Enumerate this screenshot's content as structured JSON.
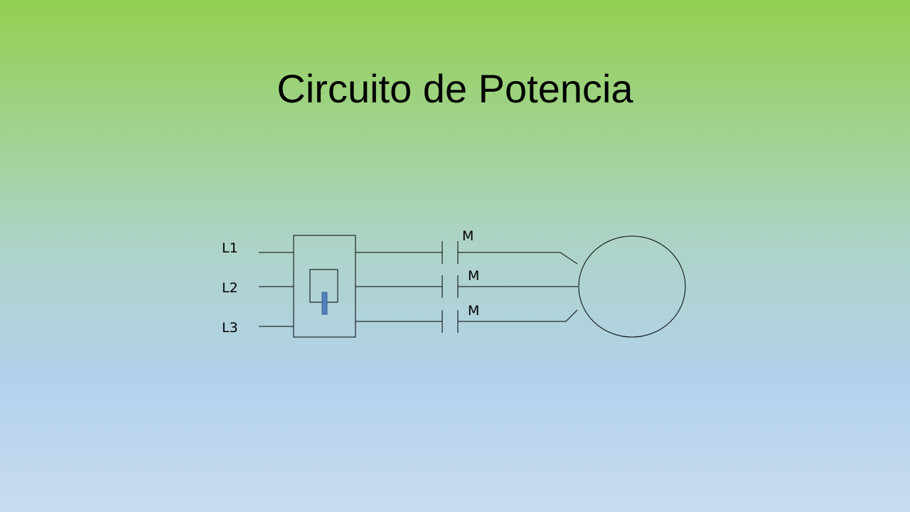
{
  "slide": {
    "title": "Circuito de Potencia"
  },
  "diagram": {
    "lines": [
      {
        "label": "L1"
      },
      {
        "label": "L2"
      },
      {
        "label": "L3"
      }
    ],
    "contacts": [
      {
        "label": "M"
      },
      {
        "label": "M"
      },
      {
        "label": "M"
      }
    ],
    "colors": {
      "wire": "#000000",
      "relay_element": "#4f81bd"
    }
  }
}
